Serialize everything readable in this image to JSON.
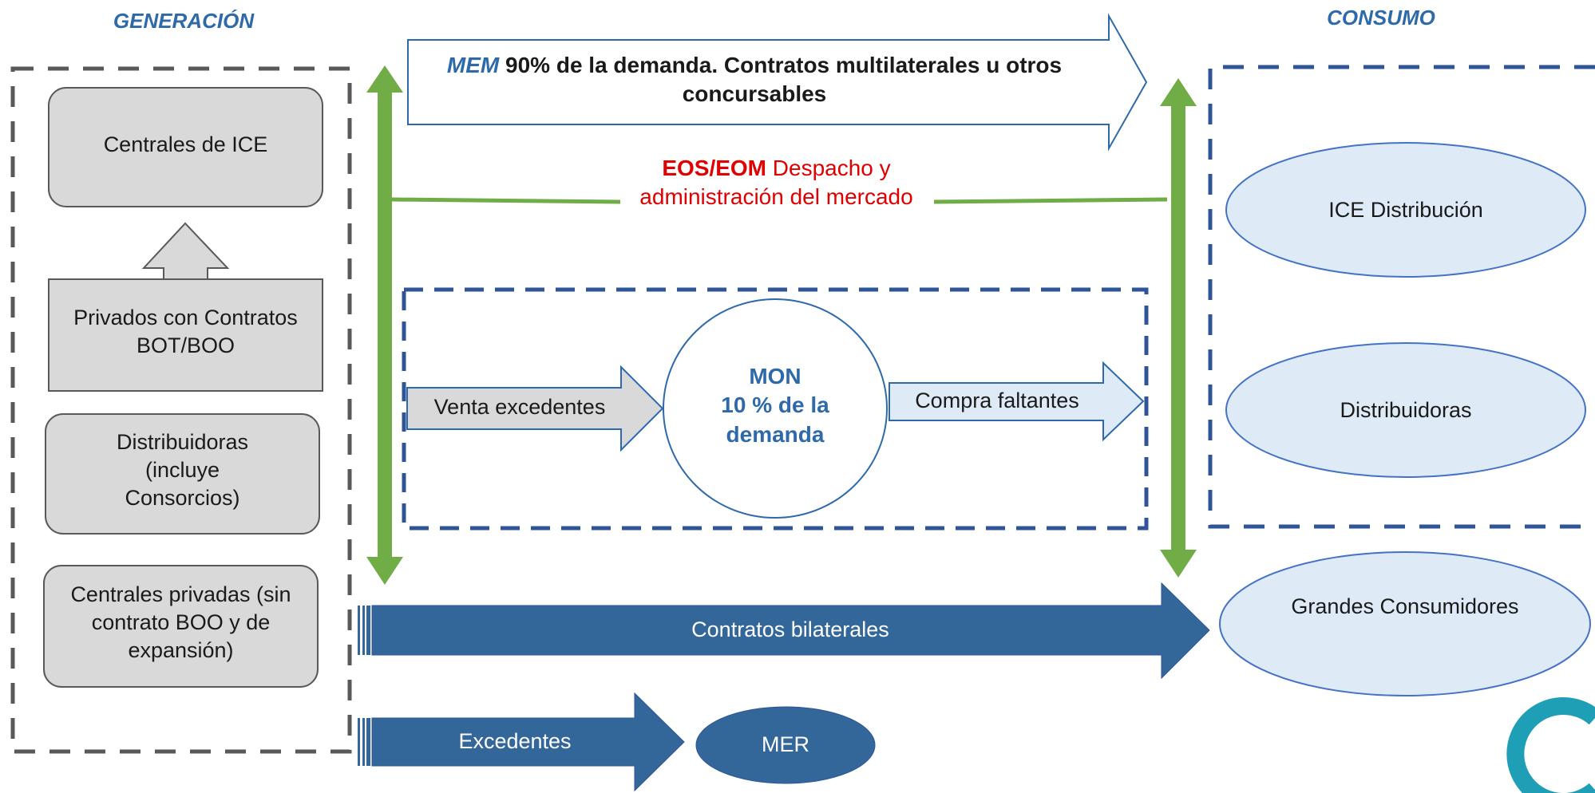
{
  "headers": {
    "generacion": "GENERACIÓN",
    "consumo": "CONSUMO"
  },
  "generation": {
    "centrales_ice": "Centrales de ICE",
    "privados": "Privados con Contratos BOT/BOO",
    "distribuidoras": "Distribuidoras (incluye Consorcios)",
    "centrales_privadas": "Centrales privadas (sin contrato BOO y de expansión)"
  },
  "mem": {
    "name": "MEM",
    "text": "90% de la demanda. Contratos multilaterales u otros concursables"
  },
  "eos": {
    "name": "EOS/EOM",
    "text": "Despacho y administración del mercado"
  },
  "mon": {
    "name": "MON",
    "text": "10 % de la demanda"
  },
  "flows": {
    "venta": "Venta excedentes",
    "compra": "Compra faltantes",
    "bilaterales": "Contratos bilaterales",
    "excedentes": "Excedentes",
    "mer": "MER"
  },
  "consumption": {
    "ice_distribucion": "ICE Distribución",
    "distribuidoras": "Distribuidoras",
    "grandes": "Grandes Consumidores"
  },
  "colors": {
    "navy": "#336699",
    "green": "#70ad47",
    "red": "#e00000",
    "gray_box": "#d9d9d9",
    "light_blue": "#deebf7",
    "dashed_gray": "#595959",
    "dashed_blue": "#2f5597"
  }
}
